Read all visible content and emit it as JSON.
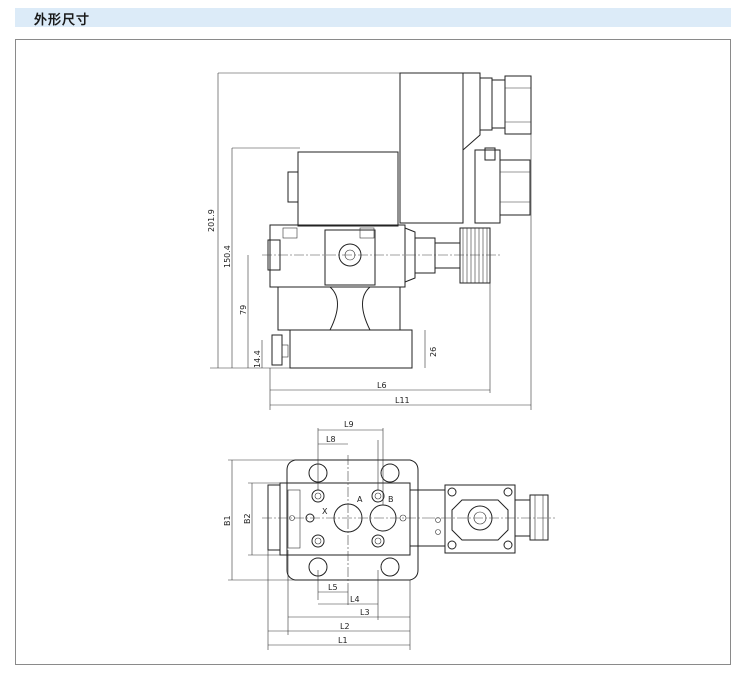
{
  "section": {
    "title": "外形尺寸"
  },
  "side_view": {
    "dims": {
      "h_total": "201.9",
      "h_solenoid": "150.4",
      "h_axis": "79",
      "h_base": "14.4",
      "h_26": "26",
      "w_l6": "L6",
      "w_l11": "L11"
    }
  },
  "top_view": {
    "dims": {
      "l9": "L9",
      "l8": "L8",
      "l5": "L5",
      "l4": "L4",
      "l3": "L3",
      "l2": "L2",
      "l1": "L1",
      "b1": "B1",
      "b2": "B2"
    },
    "ports": {
      "a": "A",
      "b": "B",
      "x": "X"
    }
  },
  "colors": {
    "header_bg": "#dcebf8",
    "frame_border": "#8a8a8a",
    "line": "#222222"
  }
}
